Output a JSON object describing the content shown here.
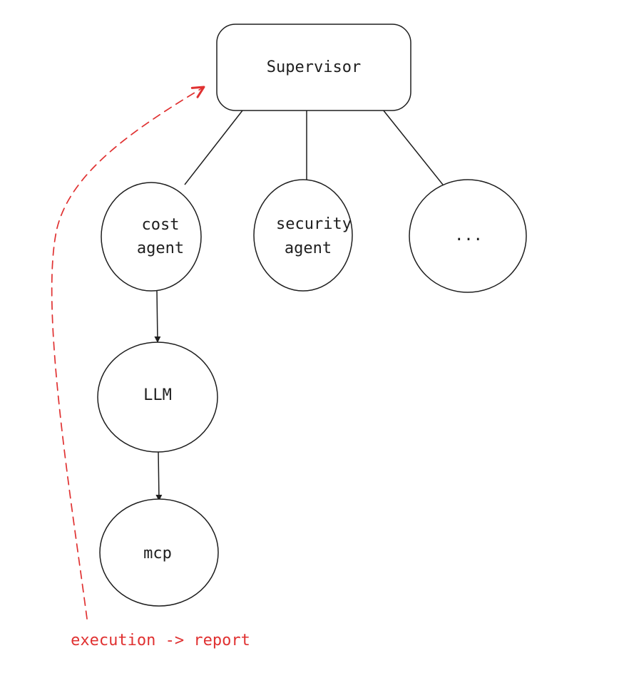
{
  "nodes": {
    "supervisor": {
      "label": "Supervisor"
    },
    "cost_agent": {
      "line1": "cost",
      "line2": "agent"
    },
    "security_agent": {
      "line1": "security",
      "line2": "agent"
    },
    "more_agents": {
      "label": "..."
    },
    "llm": {
      "label": "LLM"
    },
    "mcp": {
      "label": "mcp"
    }
  },
  "flow": {
    "label": "execution -> report",
    "style": "dashed",
    "color": "#e03131"
  },
  "colors": {
    "stroke": "#1e1e1e",
    "background": "#ffffff",
    "accent": "#e03131"
  }
}
